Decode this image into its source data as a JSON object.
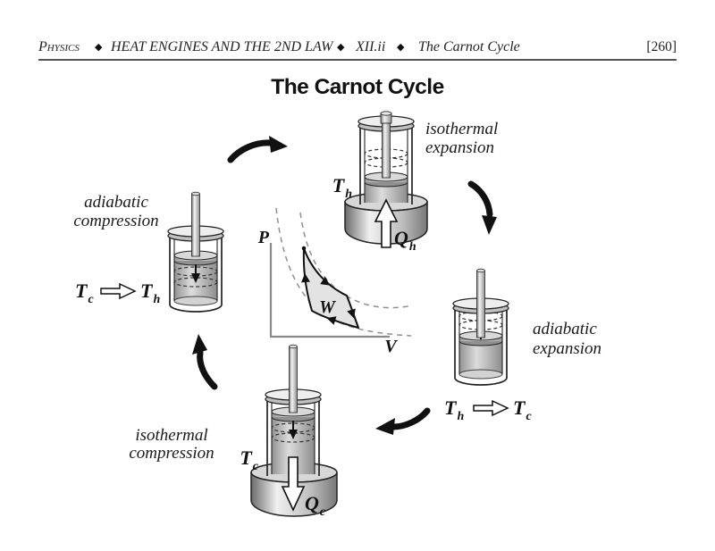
{
  "header": {
    "course": "Physics",
    "separator": "◆",
    "chapter": "HEAT ENGINES AND THE 2ND LAW",
    "section": "XII.ii",
    "topic": "The Carnot Cycle",
    "page_ref": "[260]"
  },
  "title": "The Carnot Cycle",
  "stages": {
    "isothermal_expansion": {
      "line1": "isothermal",
      "line2": "expansion"
    },
    "adiabatic_expansion": {
      "line1": "adiabatic",
      "line2": "expansion"
    },
    "isothermal_compression": {
      "line1": "isothermal",
      "line2": "compression"
    },
    "adiabatic_compression": {
      "line1": "adiabatic",
      "line2": "compression"
    }
  },
  "labels": {
    "temp_hot": {
      "base": "T",
      "sub": "h"
    },
    "temp_cold": {
      "base": "T",
      "sub": "c"
    },
    "heat_hot": {
      "base": "Q",
      "sub": "h"
    },
    "heat_cold": {
      "base": "Q",
      "sub": "c"
    }
  },
  "pv_diagram": {
    "pressure_axis": "P",
    "volume_axis": "V",
    "work_label": "W"
  },
  "colors": {
    "ink": "#1a1a1a",
    "shaded_work_region": "#e3e3e3",
    "reservoir_gray": "#d7d7d7",
    "background": "#ffffff"
  }
}
